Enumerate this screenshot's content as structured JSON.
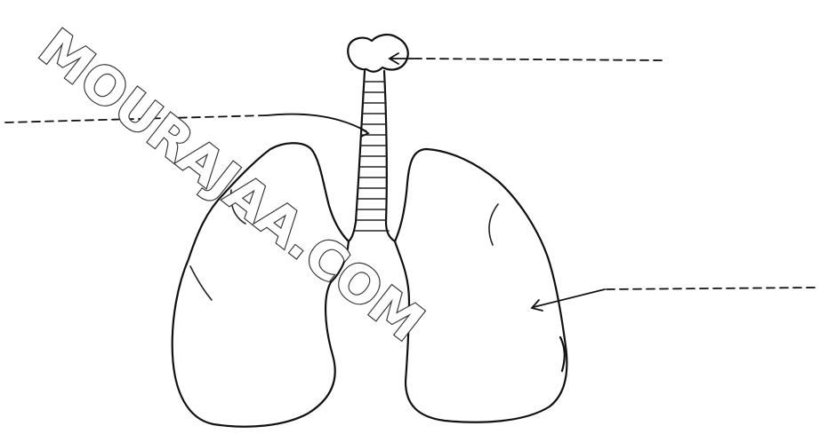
{
  "watermark": {
    "text": "MOURAJAA.COM"
  },
  "diagram": {
    "parts": [
      "larynx",
      "trachea",
      "left-lung",
      "right-lung"
    ],
    "label_lines": [
      "label-line-1",
      "label-line-2",
      "label-line-3"
    ],
    "ink_color": "#111111",
    "background_color": "#ffffff"
  }
}
